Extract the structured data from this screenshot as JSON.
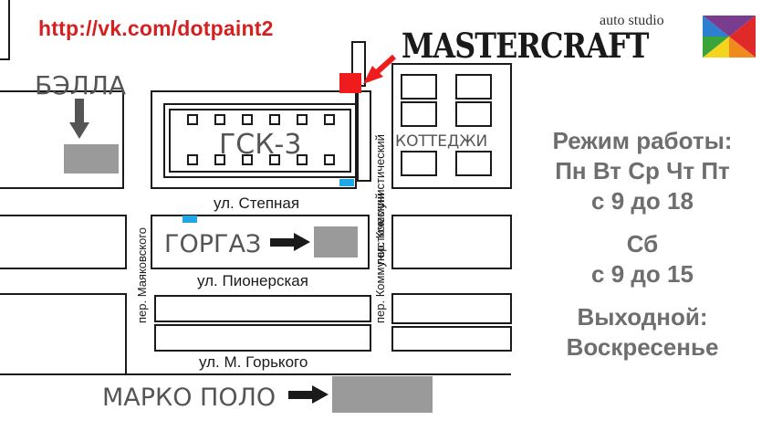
{
  "header": {
    "url": "http://vk.com/dotpaint2",
    "studio_label": "auto studio",
    "brand": "MASTERCRAFT",
    "logo_colors": [
      "#7a3c8f",
      "#e02a2a",
      "#f08a1e",
      "#f2d51c",
      "#3aa33a",
      "#2f7fd1"
    ]
  },
  "hours": {
    "title": "Режим работы:",
    "weekdays": "Пн Вт Ср Чт Пт",
    "weekday_time": "с 9 до 18",
    "saturday": "Сб",
    "saturday_time": "с 9 до 15",
    "dayoff_title": "Выходной:",
    "dayoff": "Воскресенье"
  },
  "places": {
    "bella": "БЭЛЛА",
    "gsk": "ГСК-3",
    "cottages": "КОТТЕДЖИ",
    "gorgaz": "ГОРГАЗ",
    "marko_polo": "МАРКО ПОЛО"
  },
  "streets": {
    "stepnaya": "ул. Степная",
    "pionerskaya": "ул. Пионерская",
    "gorkogo": "ул. М. Горького",
    "mayakovskogo": "пер. Маяковского",
    "kommunisticheskiy": "пер. Коммунистический",
    "kommunisticheskiy_short": "пер. Коммунистический"
  },
  "colors": {
    "location_marker": "#ee1c1c",
    "arrow_to_marker": "#ee1c1c",
    "building_gray": "#9a9a9a",
    "bus_stop_blue": "#22a7e6",
    "hours_text": "#6e6e6e",
    "url_text": "#d42020"
  }
}
